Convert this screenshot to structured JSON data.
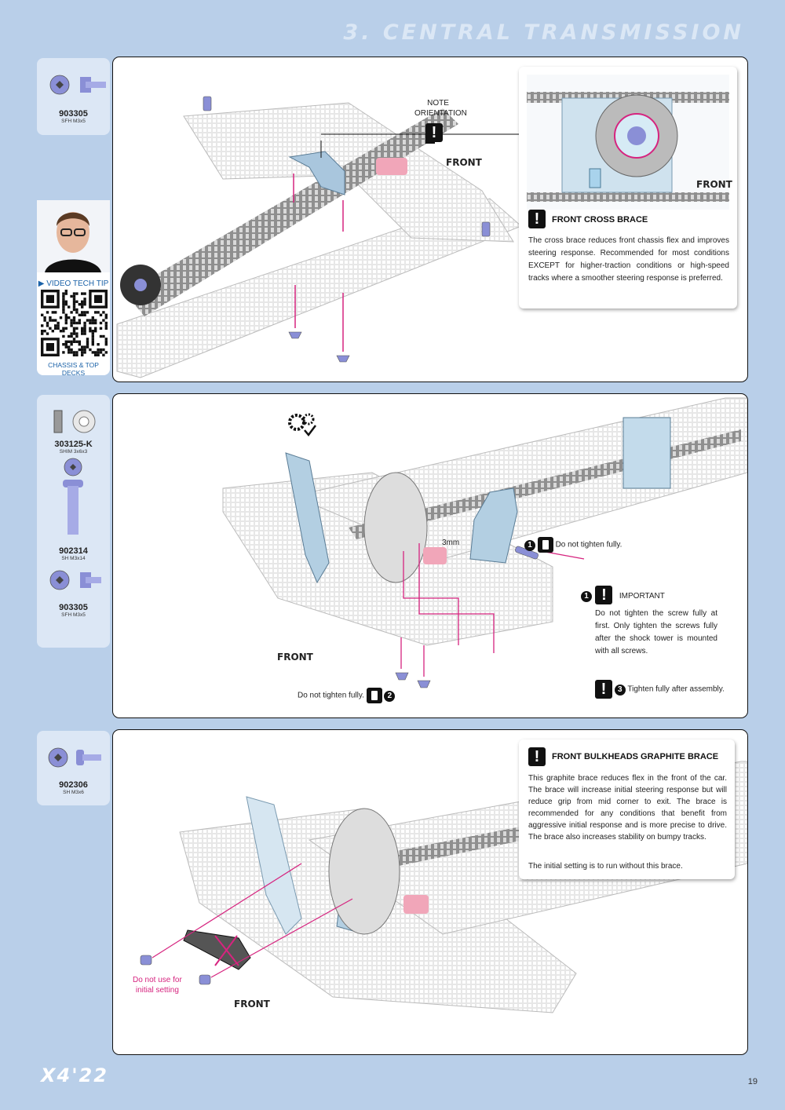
{
  "section_title": "3. CENTRAL TRANSMISSION",
  "step1": {
    "part": {
      "code": "903305",
      "spec": "SFH M3x5"
    },
    "video": {
      "label": "VIDEO TECH TIP",
      "caption": "CHASSIS & TOP DECKS"
    },
    "note_orientation": [
      "NOTE",
      "ORIENTATION"
    ],
    "front_label": "FRONT",
    "inset_front_label": "FRONT",
    "note_title": "FRONT CROSS BRACE",
    "note_body": "The cross brace reduces front chassis flex and improves steering response. Recommended for most conditions EXCEPT for higher-traction conditions or high-speed tracks where a smoother steering response is preferred."
  },
  "step2": {
    "parts": [
      {
        "code": "303125-K",
        "spec": "SHIM 3x6x3"
      },
      {
        "code": "902314",
        "spec": "SH M3x14"
      },
      {
        "code": "903305",
        "spec": "SFH M3x5"
      }
    ],
    "shim_label": "3mm",
    "do_not_tighten_1": "Do not tighten fully.",
    "important_title": "IMPORTANT",
    "important_body": "Do not tighten the screw fully at first. Only tighten the screws fully after the shock tower is mounted with all screws.",
    "front_label": "FRONT",
    "do_not_tighten_2": "Do not tighten fully.",
    "tighten_after": "Tighten fully after assembly.",
    "num1": "1",
    "num2": "2",
    "num3": "3"
  },
  "step3": {
    "part": {
      "code": "902306",
      "spec": "SH M3x6"
    },
    "note_title": "FRONT BULKHEADS GRAPHITE BRACE",
    "note_body": "This graphite brace reduces flex in the front of the car. The brace will increase initial steering response but will reduce grip from mid corner to exit. The brace is recommended for any conditions that benefit from aggressive initial response and is more precise to drive. The brace also increases stability on bumpy tracks.",
    "note_body2": "The initial setting is to run without this brace.",
    "do_not_use": [
      "Do not use for",
      "initial setting"
    ],
    "front_label": "FRONT"
  },
  "footer": {
    "logo": "X4'22",
    "page": "19"
  },
  "colors": {
    "background": "#b9cfe9",
    "accent": "#d6247f",
    "part_blue": "#8a8fd6"
  }
}
